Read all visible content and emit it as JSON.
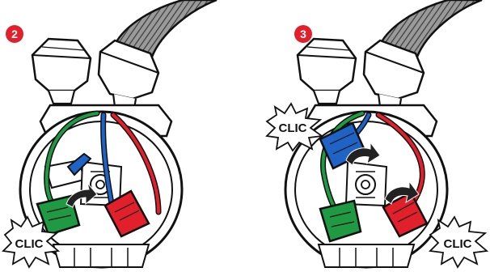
{
  "panels": [
    {
      "step_number": "2",
      "connectors": [
        {
          "name": "blue",
          "color": "#1f63c6"
        },
        {
          "name": "green",
          "color": "#1f9a43"
        },
        {
          "name": "red",
          "color": "#e1202c"
        }
      ],
      "callouts": [
        {
          "text": "CLIC"
        }
      ]
    },
    {
      "step_number": "3",
      "connectors": [
        {
          "name": "blue",
          "color": "#1f63c6"
        },
        {
          "name": "green",
          "color": "#1f9a43"
        },
        {
          "name": "red",
          "color": "#e1202c"
        }
      ],
      "callouts": [
        {
          "text": "CLIC"
        },
        {
          "text": "CLIC"
        }
      ]
    }
  ],
  "colors": {
    "badge": "#e1202c",
    "outline": "#111111",
    "body": "#ffffff",
    "hose": "#8a8a8a",
    "arrow": "#222222"
  }
}
